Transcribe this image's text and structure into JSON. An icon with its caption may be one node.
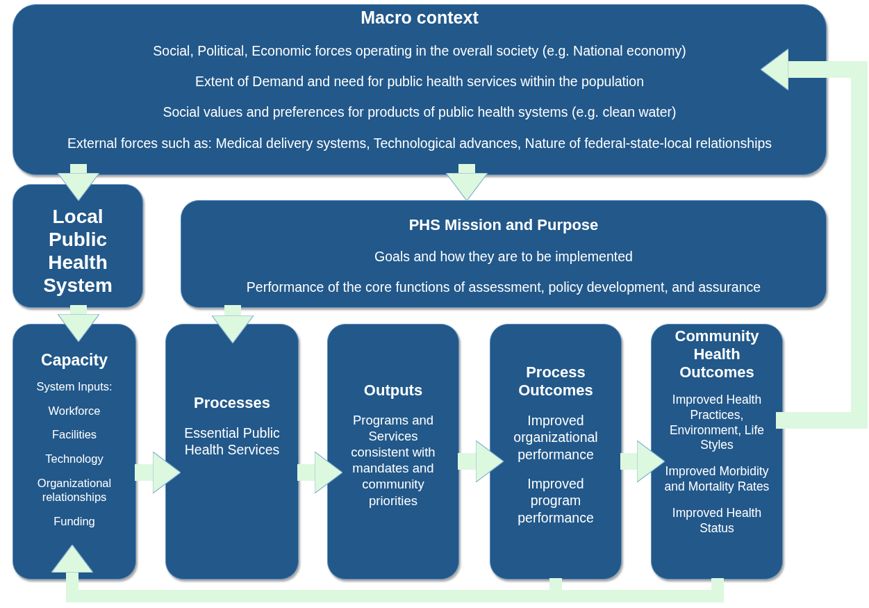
{
  "diagram": {
    "nodes": [
      {
        "text": [
          "Macro context",
          "Social, Political, Economic forces operating in the overall society (e.g. National economy)",
          "Extent of Demand and need for public health services within the population",
          "Social values and preferences for products of public health systems (e.g. clean water)",
          "External forces such as: Medical delivery systems, Technological advances, Nature of federal-state-local relationships"
        ]
      },
      {
        "text": [
          "Local Public Health System"
        ]
      },
      {
        "text": [
          "PHS Mission and Purpose",
          "Goals and how they are to be implemented",
          "Performance of the core functions of assessment, policy development, and assurance"
        ]
      },
      {
        "text": [
          "Capacity",
          "System Inputs:",
          "Workforce",
          "Facilities",
          "Technology",
          "Organizational relationships",
          "Funding"
        ]
      },
      {
        "text": [
          "Processes",
          "Essential Public Health Services"
        ]
      },
      {
        "text": [
          "Outputs",
          "Programs and Services consistent with mandates and community priorities"
        ]
      },
      {
        "text": [
          "Process Outcomes",
          "Improved organizational performance",
          "Improved program performance"
        ]
      },
      {
        "text": [
          "Community Health Outcomes",
          "Improved Health Practices, Environment, Life Styles",
          "Improved Morbidity and Mortality Rates",
          "Improved Health Status"
        ]
      }
    ],
    "edges": [
      {
        "from": 0,
        "to": 1,
        "arrow": "to"
      },
      {
        "from": 0,
        "to": 2,
        "arrow": "to"
      },
      {
        "from": 1,
        "to": 3,
        "arrow": "to"
      },
      {
        "from": 2,
        "to": 4,
        "arrow": "to"
      },
      {
        "from": 3,
        "to": 4,
        "arrow": "to"
      },
      {
        "from": 4,
        "to": 5,
        "arrow": "to"
      },
      {
        "from": 5,
        "to": 6,
        "arrow": "to"
      },
      {
        "from": 6,
        "to": 7,
        "arrow": "to"
      },
      {
        "from": 7,
        "to": 0,
        "arrow": "to"
      },
      {
        "from": 6,
        "to": 3,
        "arrow": "to"
      },
      {
        "from": 7,
        "to": 3,
        "arrow": "to"
      }
    ]
  }
}
